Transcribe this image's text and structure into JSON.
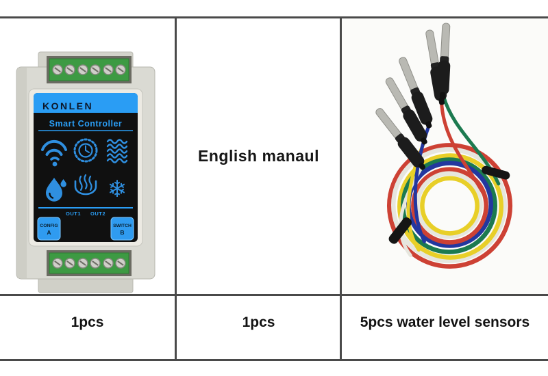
{
  "table": {
    "border_color": "#4a4a4a",
    "manual_text": "English manaul",
    "items": [
      {
        "name": "smart controller",
        "qty": "1pcs"
      },
      {
        "name": "english manual",
        "qty": "1pcs"
      },
      {
        "name": "water level sensors",
        "qty": "5pcs water level sensors"
      }
    ]
  },
  "device": {
    "brand": "KONLEN",
    "title": "Smart Controller",
    "out1": "OUT1",
    "out2": "OUT2",
    "button_config": {
      "line1": "CONFIG",
      "line2": "A"
    },
    "button_switch": {
      "line1": "SWITCH",
      "line2": "B"
    },
    "icons": [
      "wifi-icon",
      "timer-icon",
      "water-waves-icon",
      "water-drop-icon",
      "heat-steam-icon",
      "snowflake-icon"
    ],
    "snowflake_glyph": "❄",
    "colors": {
      "accent_blue": "#2a9df4",
      "icon_blue": "#2f8fe0",
      "panel_black": "#101010",
      "case_gray": "#dadad3",
      "terminal_green": "#3d9a43"
    }
  },
  "sensors": {
    "count_shown": 5,
    "wire_colors": {
      "white": "#ececе6",
      "yellow": "#e8cf28",
      "blue": "#23379f",
      "red": "#cd4134",
      "green": "#1c7a50"
    },
    "tie_color": "#151515"
  }
}
